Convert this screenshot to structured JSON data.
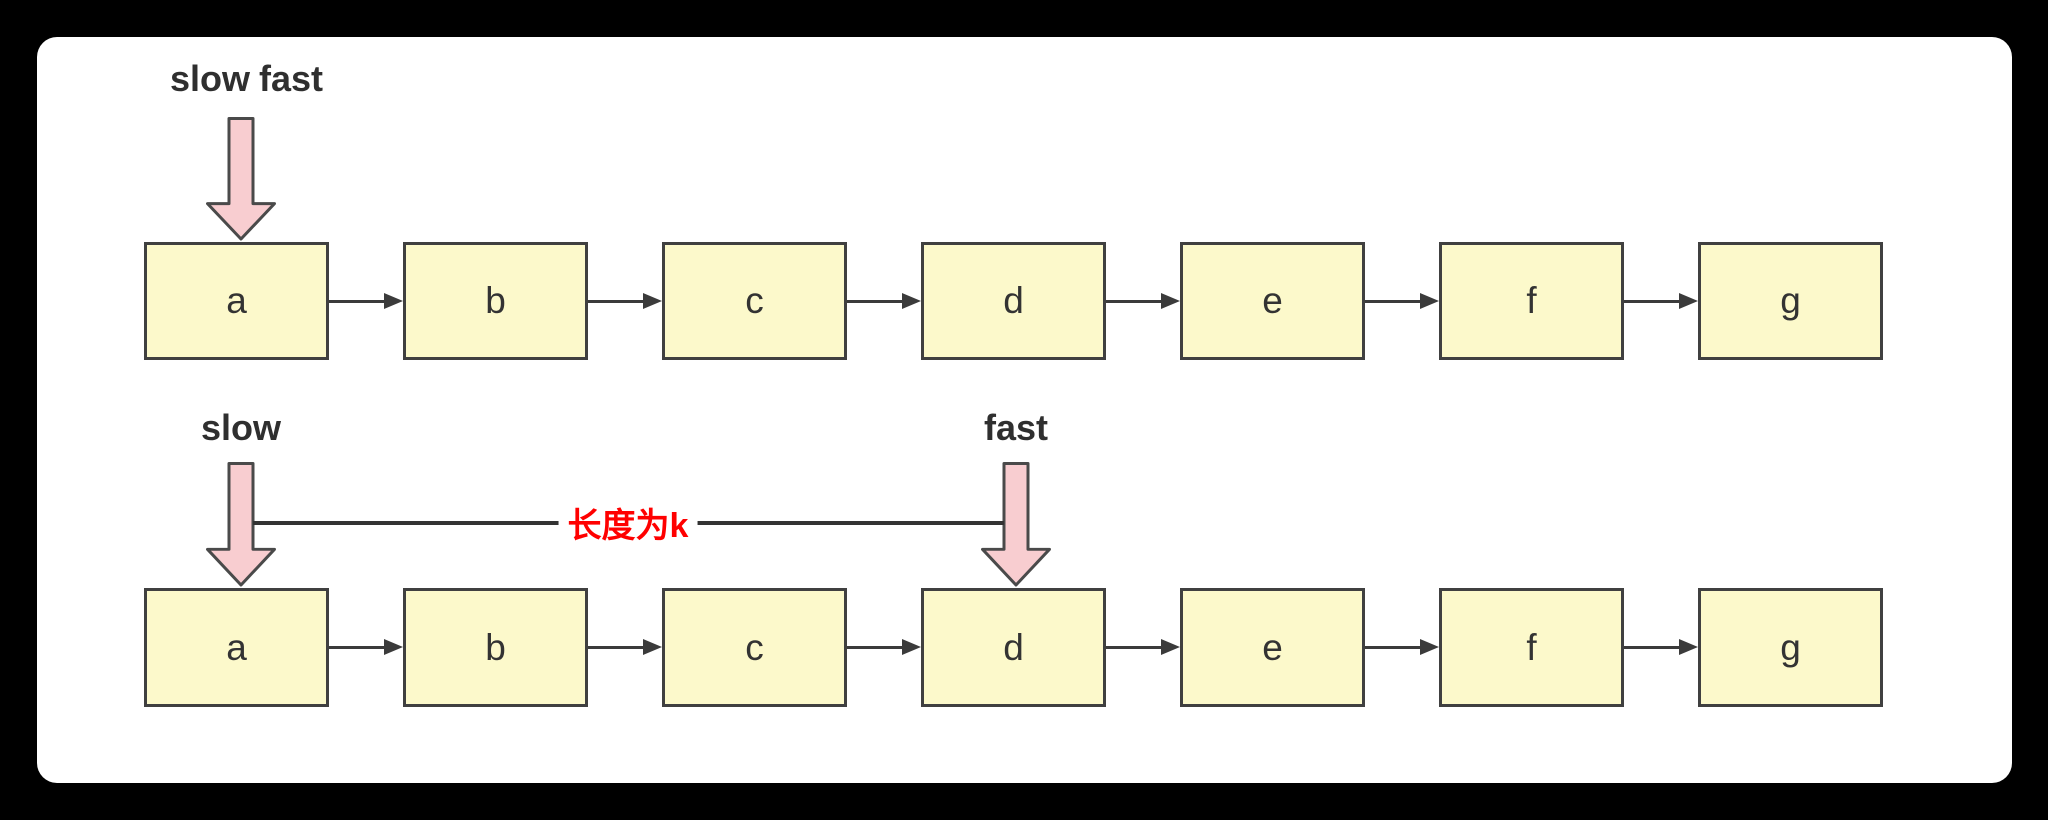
{
  "diagram": {
    "description": "fast-slow pointer linked list diagram",
    "colors": {
      "page_background": "#000000",
      "card_background": "#ffffff",
      "node_fill": "#fcf9cb",
      "node_border": "#404040",
      "pointer_arrow_fill": "#f8cdd0",
      "pointer_arrow_border": "#4a4a4a",
      "connector_color": "#3b3b3b",
      "label_text_color": "#2f2f2f",
      "length_label_color": "#ff0000"
    },
    "row1": {
      "slow_label": "slow",
      "fast_label": "fast",
      "nodes": [
        "a",
        "b",
        "c",
        "d",
        "e",
        "f",
        "g"
      ]
    },
    "row2": {
      "slow_label": "slow",
      "fast_label": "fast",
      "length_label": "长度为k",
      "nodes": [
        "a",
        "b",
        "c",
        "d",
        "e",
        "f",
        "g"
      ]
    }
  }
}
